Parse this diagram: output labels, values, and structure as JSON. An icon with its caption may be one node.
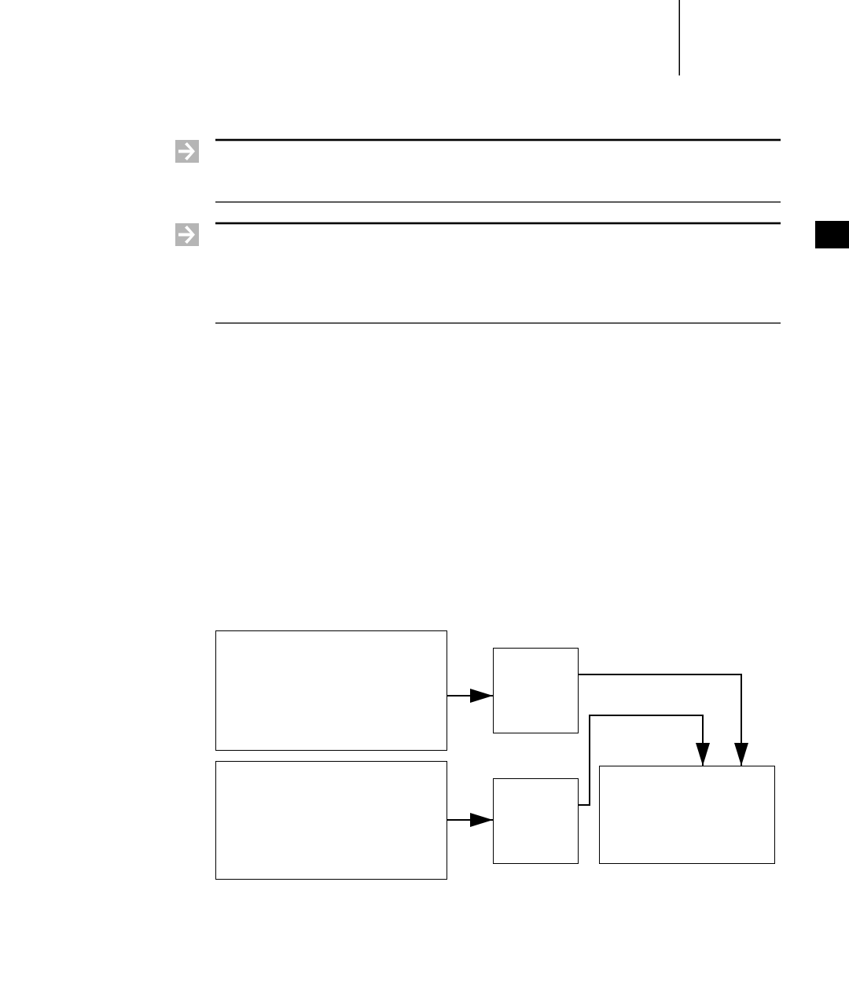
{
  "diagram": {
    "nodes": [
      {
        "text": [],
        "shape": "box"
      },
      {
        "text": [],
        "shape": "box"
      },
      {
        "text": [],
        "shape": "box"
      },
      {
        "text": [],
        "shape": "box"
      },
      {
        "text": [],
        "shape": "box"
      }
    ],
    "edges": [
      {
        "from": 0,
        "to": 1,
        "arrow": "to"
      },
      {
        "from": 2,
        "to": 3,
        "arrow": "to"
      },
      {
        "from": 1,
        "to": 4,
        "arrow": "to"
      },
      {
        "from": 3,
        "to": 4,
        "arrow": "to"
      }
    ]
  }
}
